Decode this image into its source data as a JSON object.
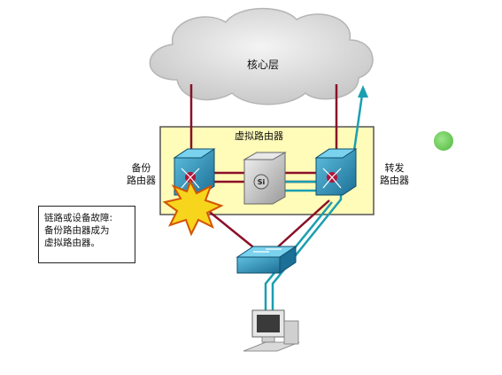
{
  "cloud": {
    "label": "核心层"
  },
  "virtual_router": {
    "label": "虚拟路由器"
  },
  "backup_router": {
    "label_line1": "备份",
    "label_line2": "路由器"
  },
  "forwarding_router": {
    "label_line1": "转发",
    "label_line2": "路由器"
  },
  "callout": {
    "line1": "链路或设备故障:",
    "line2": "备份路由器成为",
    "line3": "虚拟路由器。"
  },
  "colors": {
    "cloud": "#d9d9d9",
    "virtual_box_fill": "#fffbb8",
    "virtual_box_border": "#555555",
    "link": "#8a1028",
    "path": "#1a9fb0",
    "device": "#2f8fb6",
    "failure": "#f7d51d"
  },
  "icons": [
    "cloud-shape",
    "layer3-switch-icon",
    "si-switch-icon",
    "workgroup-switch-icon",
    "pc-icon",
    "explosion-icon",
    "cursor-icon"
  ]
}
